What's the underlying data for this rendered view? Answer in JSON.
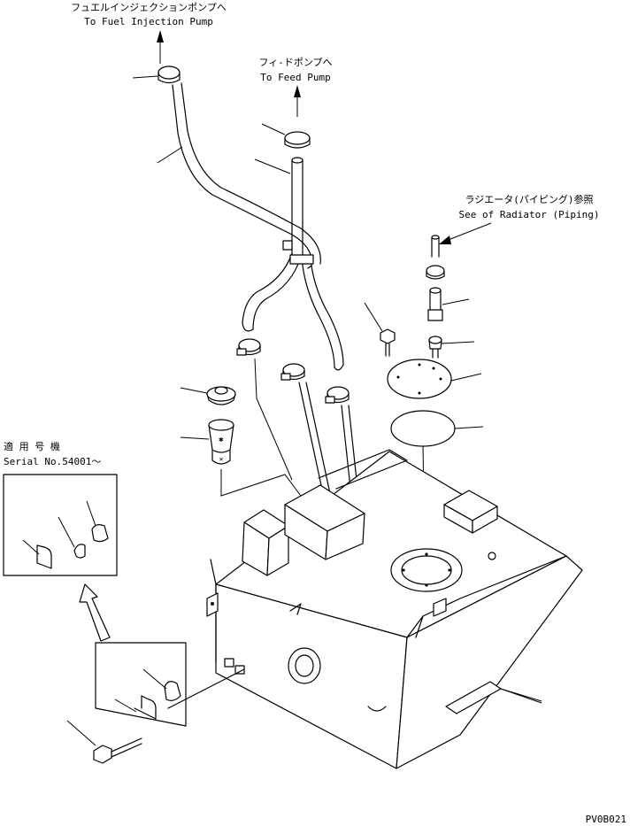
{
  "labels": {
    "fuel_pump_jp": "フュエルインジェクションポンプへ",
    "fuel_pump_en": "To Fuel Injection Pump",
    "feed_pump_jp": "フィ-ドポンプへ",
    "feed_pump_en": "To Feed Pump",
    "radiator_jp": "ラジエータ(パイピング)参照",
    "radiator_en": "See of Radiator (Piping)",
    "serial_jp": "適 用 号 機",
    "serial_en": "Serial No.54001～",
    "drawing_code": "PV0B021"
  },
  "marks": {
    "asterisk": "✱",
    "cross": "✕"
  }
}
